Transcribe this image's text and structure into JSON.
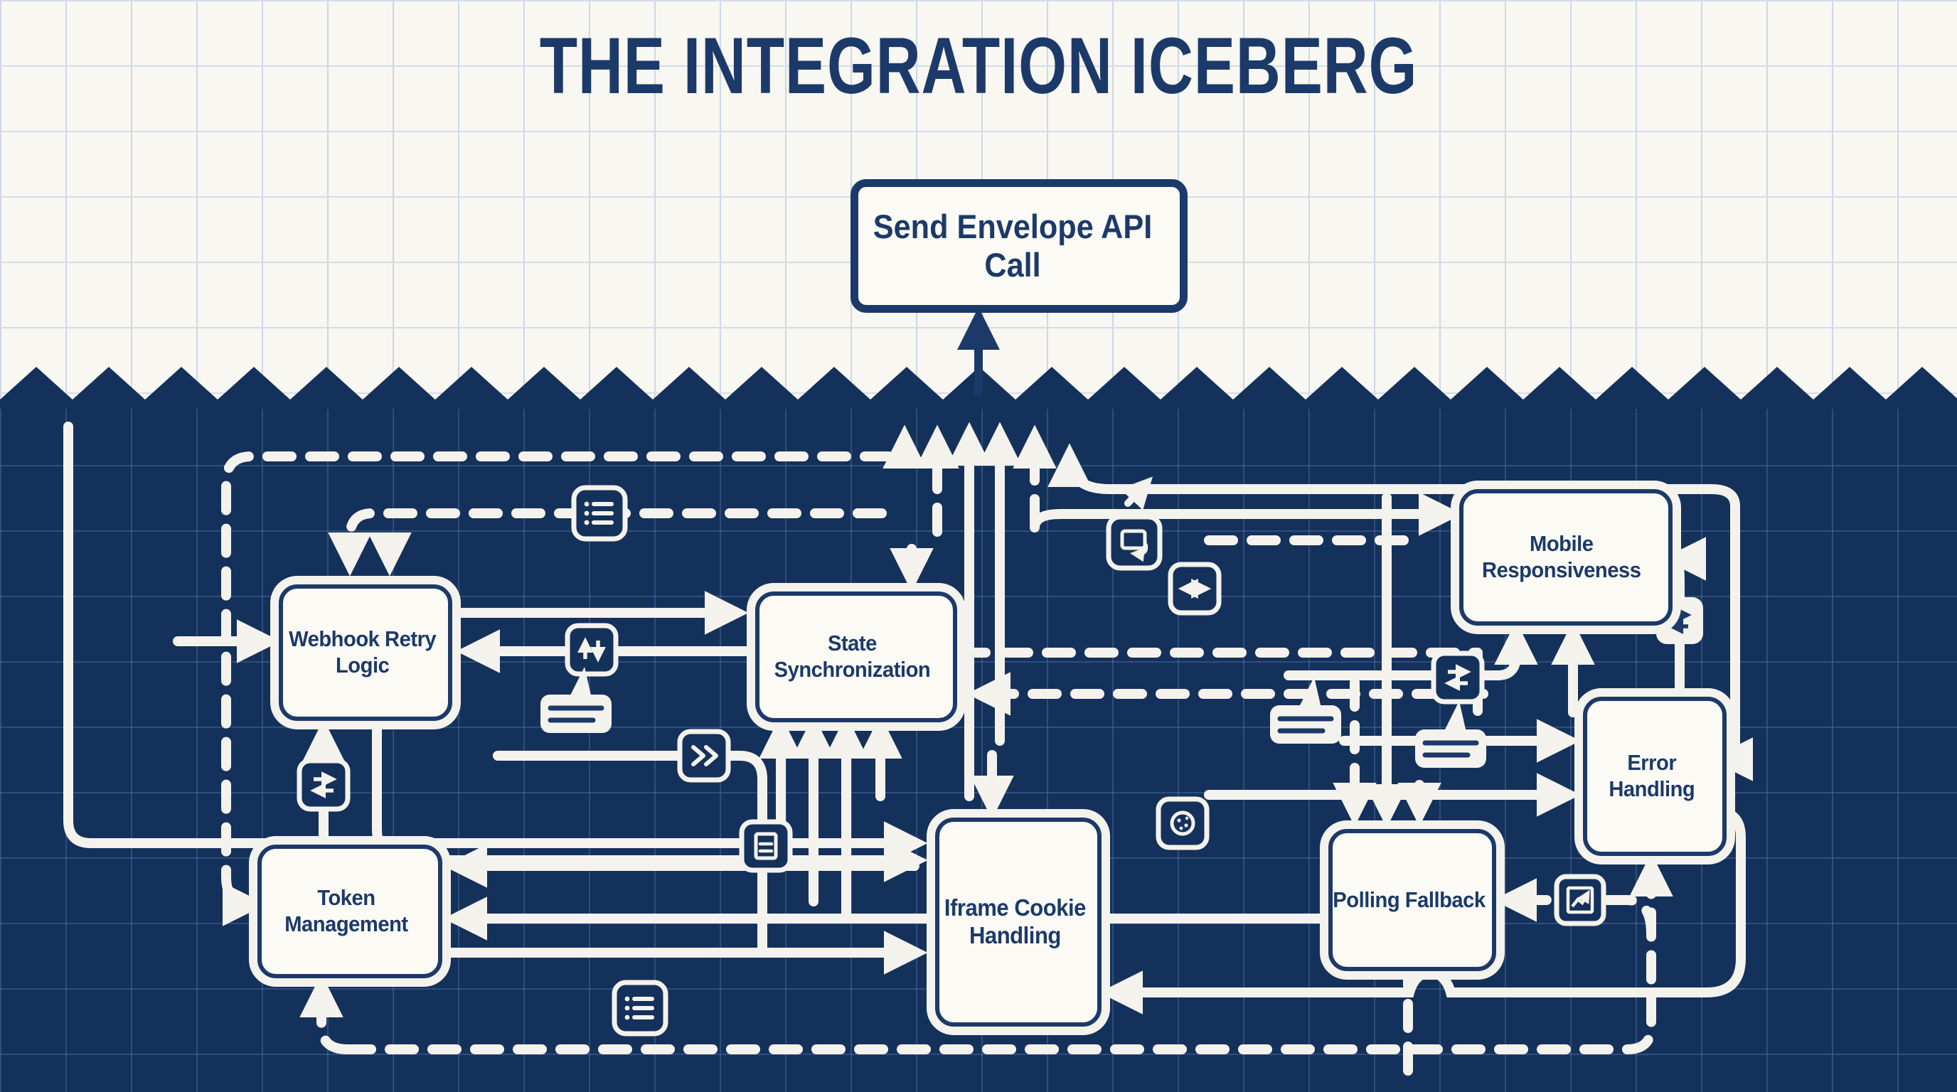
{
  "title": "THE INTEGRATION ICEBERG",
  "colors": {
    "sea_navy": "#14315b",
    "paper": "#f8f7f2",
    "line_white": "#f4f2ec",
    "text_navy": "#1c3a69",
    "grid_paper": "#cdd7e7",
    "grid_sea": "#4c6f9f"
  },
  "surface": {
    "api_box_label": "Send Envelope API Call"
  },
  "nodes": [
    {
      "id": "webhook-retry-logic",
      "label": "Webhook Retry Logic"
    },
    {
      "id": "state-synchronization",
      "label": "State Synchronization"
    },
    {
      "id": "mobile-responsiveness",
      "label": "Mobile Responsiveness"
    },
    {
      "id": "token-management",
      "label": "Token Management"
    },
    {
      "id": "iframe-cookie-handling",
      "label": "Iframe Cookie Handling"
    },
    {
      "id": "polling-fallback",
      "label": "Polling Fallback"
    },
    {
      "id": "error-handling",
      "label": "Error Handling"
    }
  ],
  "icons": [
    {
      "name": "list-icon"
    },
    {
      "name": "sort-arrows-icon"
    },
    {
      "name": "tooltip-icon"
    },
    {
      "name": "fast-forward-icon"
    },
    {
      "name": "swap-icon"
    },
    {
      "name": "form-icon"
    },
    {
      "name": "list-icon-2"
    },
    {
      "name": "screen-refresh-icon"
    },
    {
      "name": "arrows-horizontal-icon"
    },
    {
      "name": "cookie-icon"
    },
    {
      "name": "tooltip-icon-2"
    },
    {
      "name": "swap-icon-2"
    },
    {
      "name": "tooltip-icon-3"
    },
    {
      "name": "chart-icon"
    },
    {
      "name": "swap-icon-3"
    },
    {
      "name": "diagonal-arrow-icon"
    }
  ]
}
